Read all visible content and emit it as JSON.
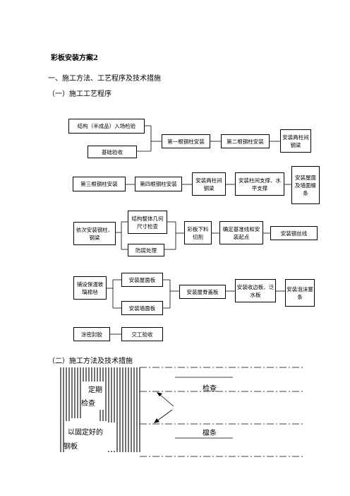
{
  "document": {
    "title": "彩板安装方案2",
    "section1": "一、施工方法、工艺程序及技术措施",
    "sub1": "（一）施工工艺程序",
    "sub2": "（二）施工方法及技术措施"
  },
  "flow": {
    "b1": "结构（半成品）入场检验",
    "b2": "基础验收",
    "b3": "第一根钢柱安装",
    "b4": "第二根钢柱安装",
    "b5": "安装两柱间钢梁",
    "b6": "第三根钢柱安装",
    "b7": "第四根钢柱安装",
    "b8": "安装两柱间钢梁",
    "b9": "安装柱间支撑、水平支撑",
    "b10": "安装屋面及墙面檩条",
    "b11": "依次安装钢柱、钢梁",
    "b12": "结构整体几何尺寸检查",
    "b13": "防腐处理",
    "b14": "彩板下料切割",
    "b15": "确定基准线和安装起点",
    "b16": "安装钢丝线",
    "b17": "铺设保温玻璃棉毡",
    "b18": "安装屋面板",
    "b19": "安装墙面板",
    "b20": "安装屋脊盖板",
    "b21": "安装收边板、泛水板",
    "b22": "安装泡沫塞条",
    "b23": "涂密封胶",
    "b24": "交工验收"
  },
  "diagram2": {
    "regular_check_1": "定期",
    "regular_check_2": "检查",
    "check": "检查",
    "fixed_1": "以固定好的",
    "fixed_2": "钢板",
    "purlin": "檩条"
  }
}
